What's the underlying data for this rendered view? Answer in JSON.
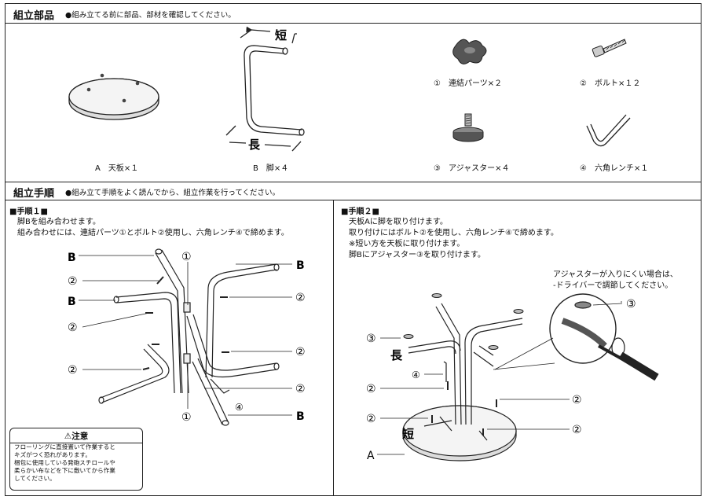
{
  "parts_section": {
    "title": "組立部品",
    "note": "●組み立てる前に部品、部材を確認してください。",
    "items": [
      {
        "label": "A　天板×１"
      },
      {
        "label": "B　脚×４"
      },
      {
        "label": "①　連結パーツ×２"
      },
      {
        "label": "②　ボルト×１２"
      },
      {
        "label": "③　アジャスター×４"
      },
      {
        "label": "④　六角レンチ×１"
      }
    ],
    "leg_short": "短",
    "leg_long": "長"
  },
  "procedure_section": {
    "title": "組立手順",
    "note": "●組み立て手順をよく読んでから、組立作業を行ってください。"
  },
  "step1": {
    "title": "■手順１■",
    "lines": [
      "脚Bを組み合わせます。",
      "組み合わせには、連結パーツ①とボルト②使用し、六角レンチ④で締めます。"
    ],
    "callouts": {
      "B": "B",
      "c1": "①",
      "c2": "②",
      "c4": "④"
    }
  },
  "caution": {
    "title": "⚠注意",
    "lines": [
      "フローリングに直接置いて作業すると",
      "キズがつく恐れがあります。",
      "梱包に使用している発砲スチロールや",
      "柔らかい布などを下に敷いてから作業",
      "してください。"
    ]
  },
  "step2": {
    "title": "■手順２■",
    "lines": [
      "天板Aに脚を取り付けます。",
      "取り付けにはボルト②を使用し、六角レンチ④で締めます。",
      "※短い方を天板に取り付けます。",
      "脚Bにアジャスター③を取り付けます。"
    ],
    "hint_lines": [
      "アジャスターが入りにくい場合は、",
      "-ドライバーで調節してください。"
    ],
    "callouts": {
      "A": "A",
      "c2": "②",
      "c3": "③",
      "c4": "④",
      "long": "長",
      "short": "短"
    }
  }
}
